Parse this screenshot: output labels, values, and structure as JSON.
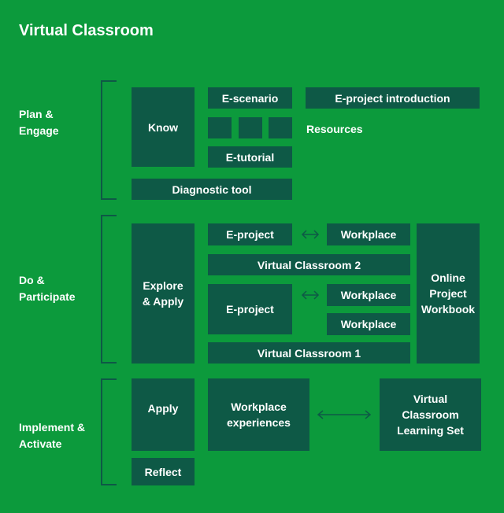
{
  "title": "Virtual Classroom",
  "colors": {
    "background": "#0c9a3c",
    "box": "#0e5946",
    "text": "#ffffff"
  },
  "phases": [
    {
      "label": "Plan &\nEngage"
    },
    {
      "label": "Do &\nParticipate"
    },
    {
      "label": "Implement &\nActivate"
    }
  ],
  "plan": {
    "know": "Know",
    "e_scenario": "E-scenario",
    "e_project_intro": "E-project introduction",
    "resources": "Resources",
    "e_tutorial": "E-tutorial",
    "diagnostic_tool": "Diagnostic tool"
  },
  "do": {
    "explore_apply": "Explore\n& Apply",
    "e_project_1": "E-project",
    "workplace_1": "Workplace",
    "virtual_classroom_2": "Virtual Classroom 2",
    "e_project_2": "E-project",
    "workplace_2": "Workplace",
    "workplace_3": "Workplace",
    "virtual_classroom_1": "Virtual Classroom 1",
    "online_workbook": "Online\nProject\nWorkbook"
  },
  "implement": {
    "apply": "Apply",
    "reflect": "Reflect",
    "workplace_experiences": "Workplace\nexperiences",
    "vc_learning_set": "Virtual\nClassroom\nLearning Set"
  }
}
